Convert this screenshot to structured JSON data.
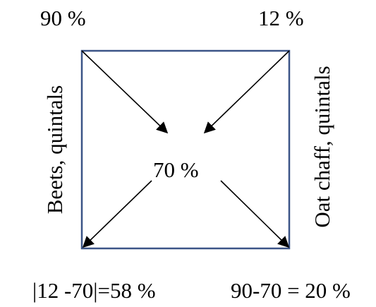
{
  "corners": {
    "top_left": "90 %",
    "top_right": "12 %",
    "bottom_left": "|12 -70|=58 %",
    "bottom_right": "90-70 = 20 %"
  },
  "center": "70 %",
  "side_labels": {
    "left": "Beets, quintals",
    "right": "Oat chaff, quintals"
  },
  "colors": {
    "square_stroke": "#3b5487",
    "arrow": "#000000",
    "text": "#000000"
  }
}
